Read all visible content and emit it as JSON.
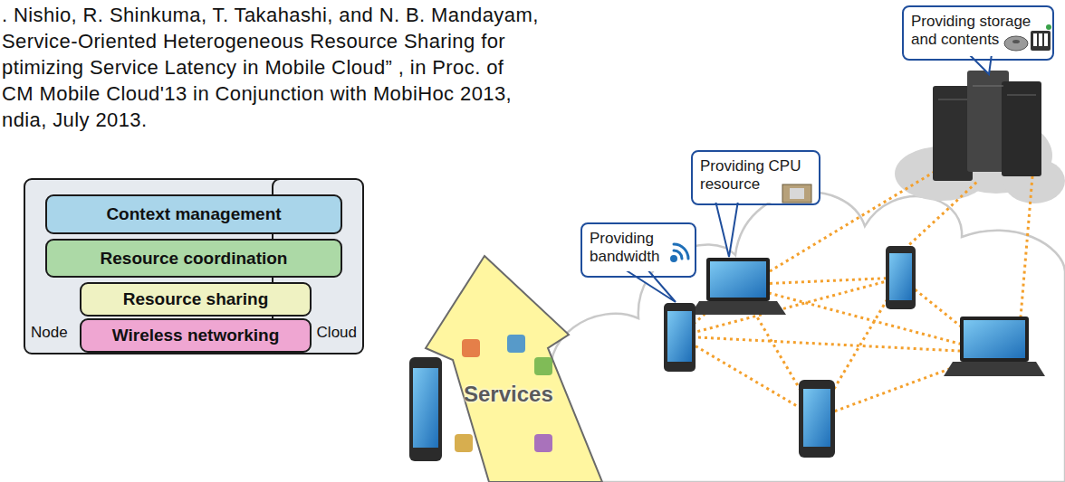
{
  "diagram": {
    "nodes": [
      {
        "text": [
          "Node"
        ]
      },
      {
        "text": [
          "Cloud"
        ]
      },
      {
        "text": [
          "Context management"
        ]
      },
      {
        "text": [
          "Resource coordination"
        ]
      },
      {
        "text": [
          "Resource sharing"
        ]
      },
      {
        "text": [
          "Wireless networking"
        ]
      },
      {
        "text": [
          "Services"
        ]
      },
      {
        "text": [
          "Providing bandwidth"
        ]
      },
      {
        "text": [
          "Providing CPU resource"
        ]
      },
      {
        "text": [
          "Providing storage and contents"
        ]
      }
    ],
    "labels": [
      ". Nishio, R. Shinkuma, T. Takahashi, and N. B. Mandayam,",
      "Service-Oriented Heterogeneous Resource Sharing for",
      "ptimizing Service Latency in Mobile Cloud” , in Proc. of",
      "CM Mobile Cloud'13 in Conjunction with MobiHoc 2013,",
      "ndia, July 2013."
    ]
  }
}
